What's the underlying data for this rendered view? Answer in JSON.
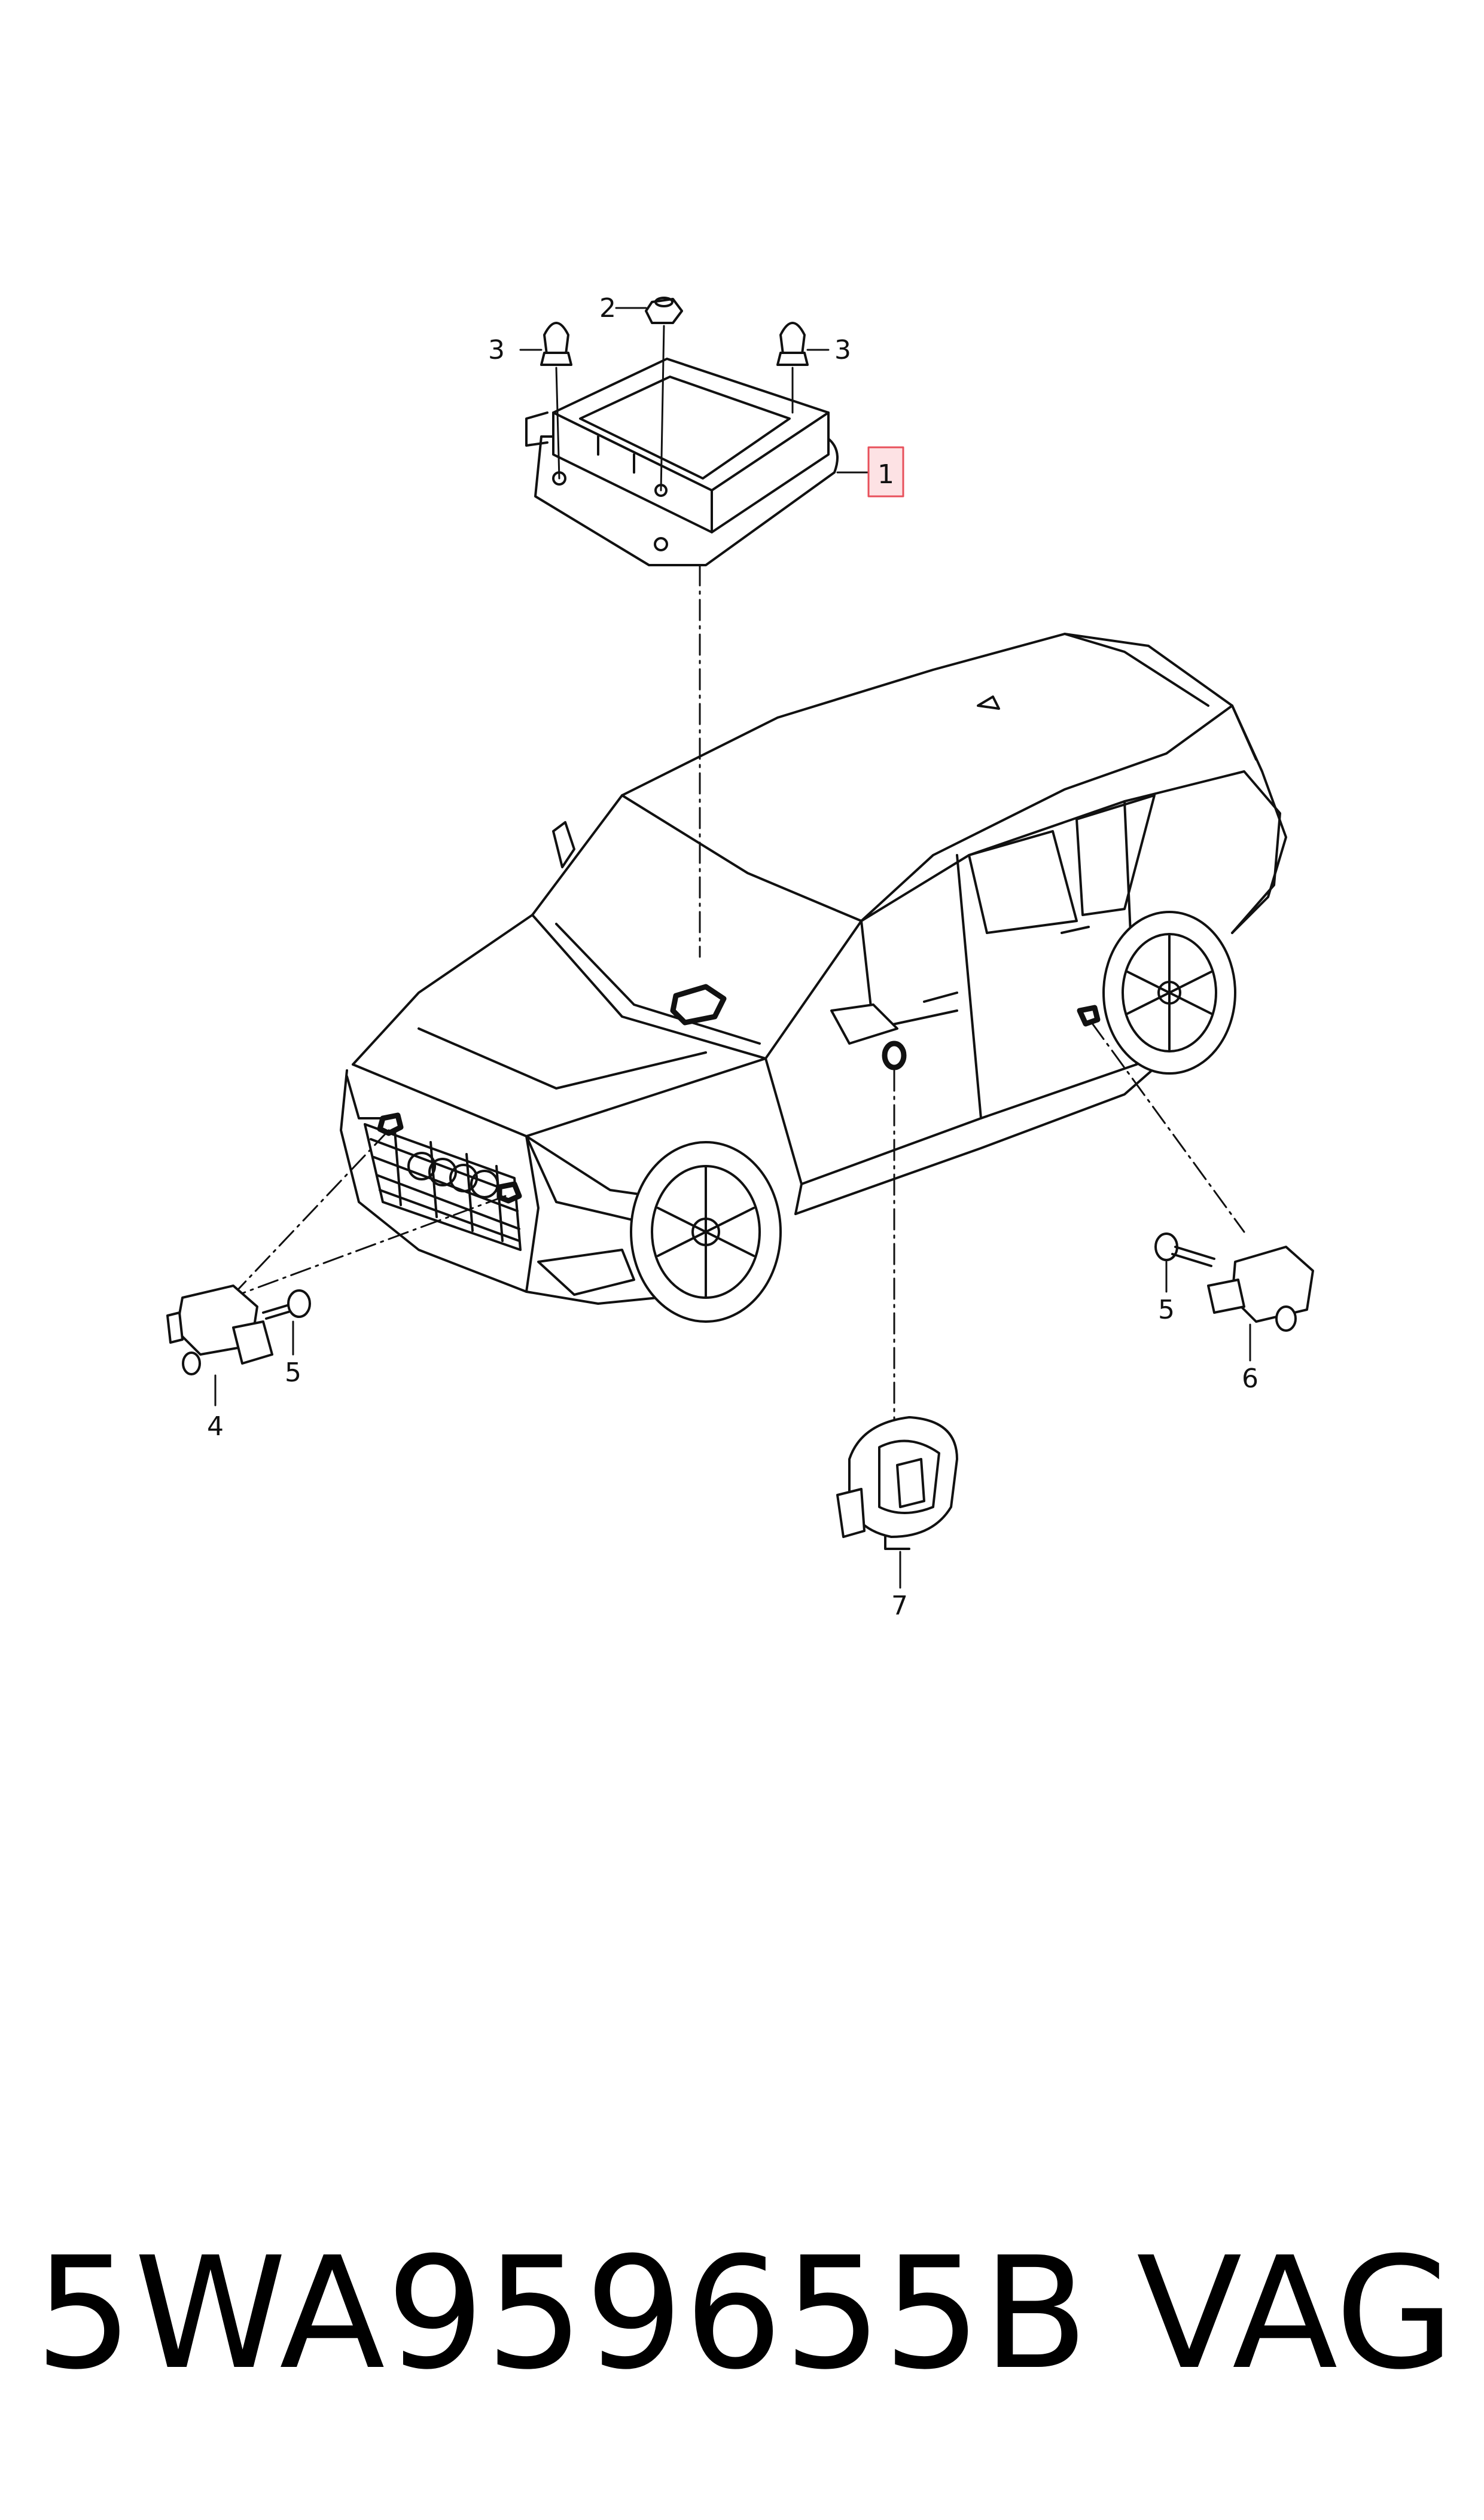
{
  "diagram": {
    "callouts": {
      "c1": "1",
      "c2": "2",
      "c3a": "3",
      "c3b": "3",
      "c4": "4",
      "c5a": "5",
      "c5b": "5",
      "c6": "6",
      "c7": "7"
    },
    "highlight_color": "#e8505b",
    "highlight_fill": "#fde2e4"
  },
  "footer": {
    "part_number": "5WA959655B",
    "brand": "VAG"
  }
}
